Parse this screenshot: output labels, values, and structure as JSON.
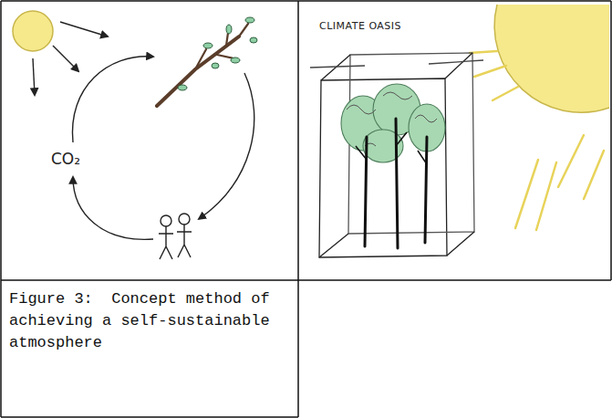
{
  "diagram": {
    "caption": "Figure 3:  Concept method of achieving a self-sustainable atmosphere",
    "labels": [
      "CO₂",
      "CLIMATE OASIS"
    ]
  }
}
